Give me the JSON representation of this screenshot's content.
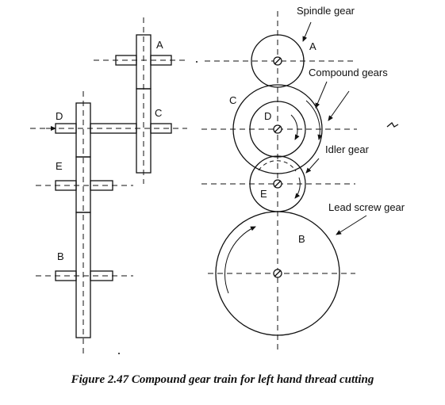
{
  "labels": {
    "left_a": "A",
    "left_c": "C",
    "left_d": "D",
    "left_e": "E",
    "left_b": "B",
    "right_a": "A",
    "right_c": "C",
    "right_d": "D",
    "right_e": "E",
    "right_b": "B"
  },
  "callouts": {
    "spindle_gear": "Spindle gear",
    "compound_gears": "Compound gears",
    "idler_gear": "Idler gear",
    "lead_screw_gear": "Lead screw gear"
  },
  "caption": "Figure 2.47 Compound gear train for left hand thread cutting"
}
